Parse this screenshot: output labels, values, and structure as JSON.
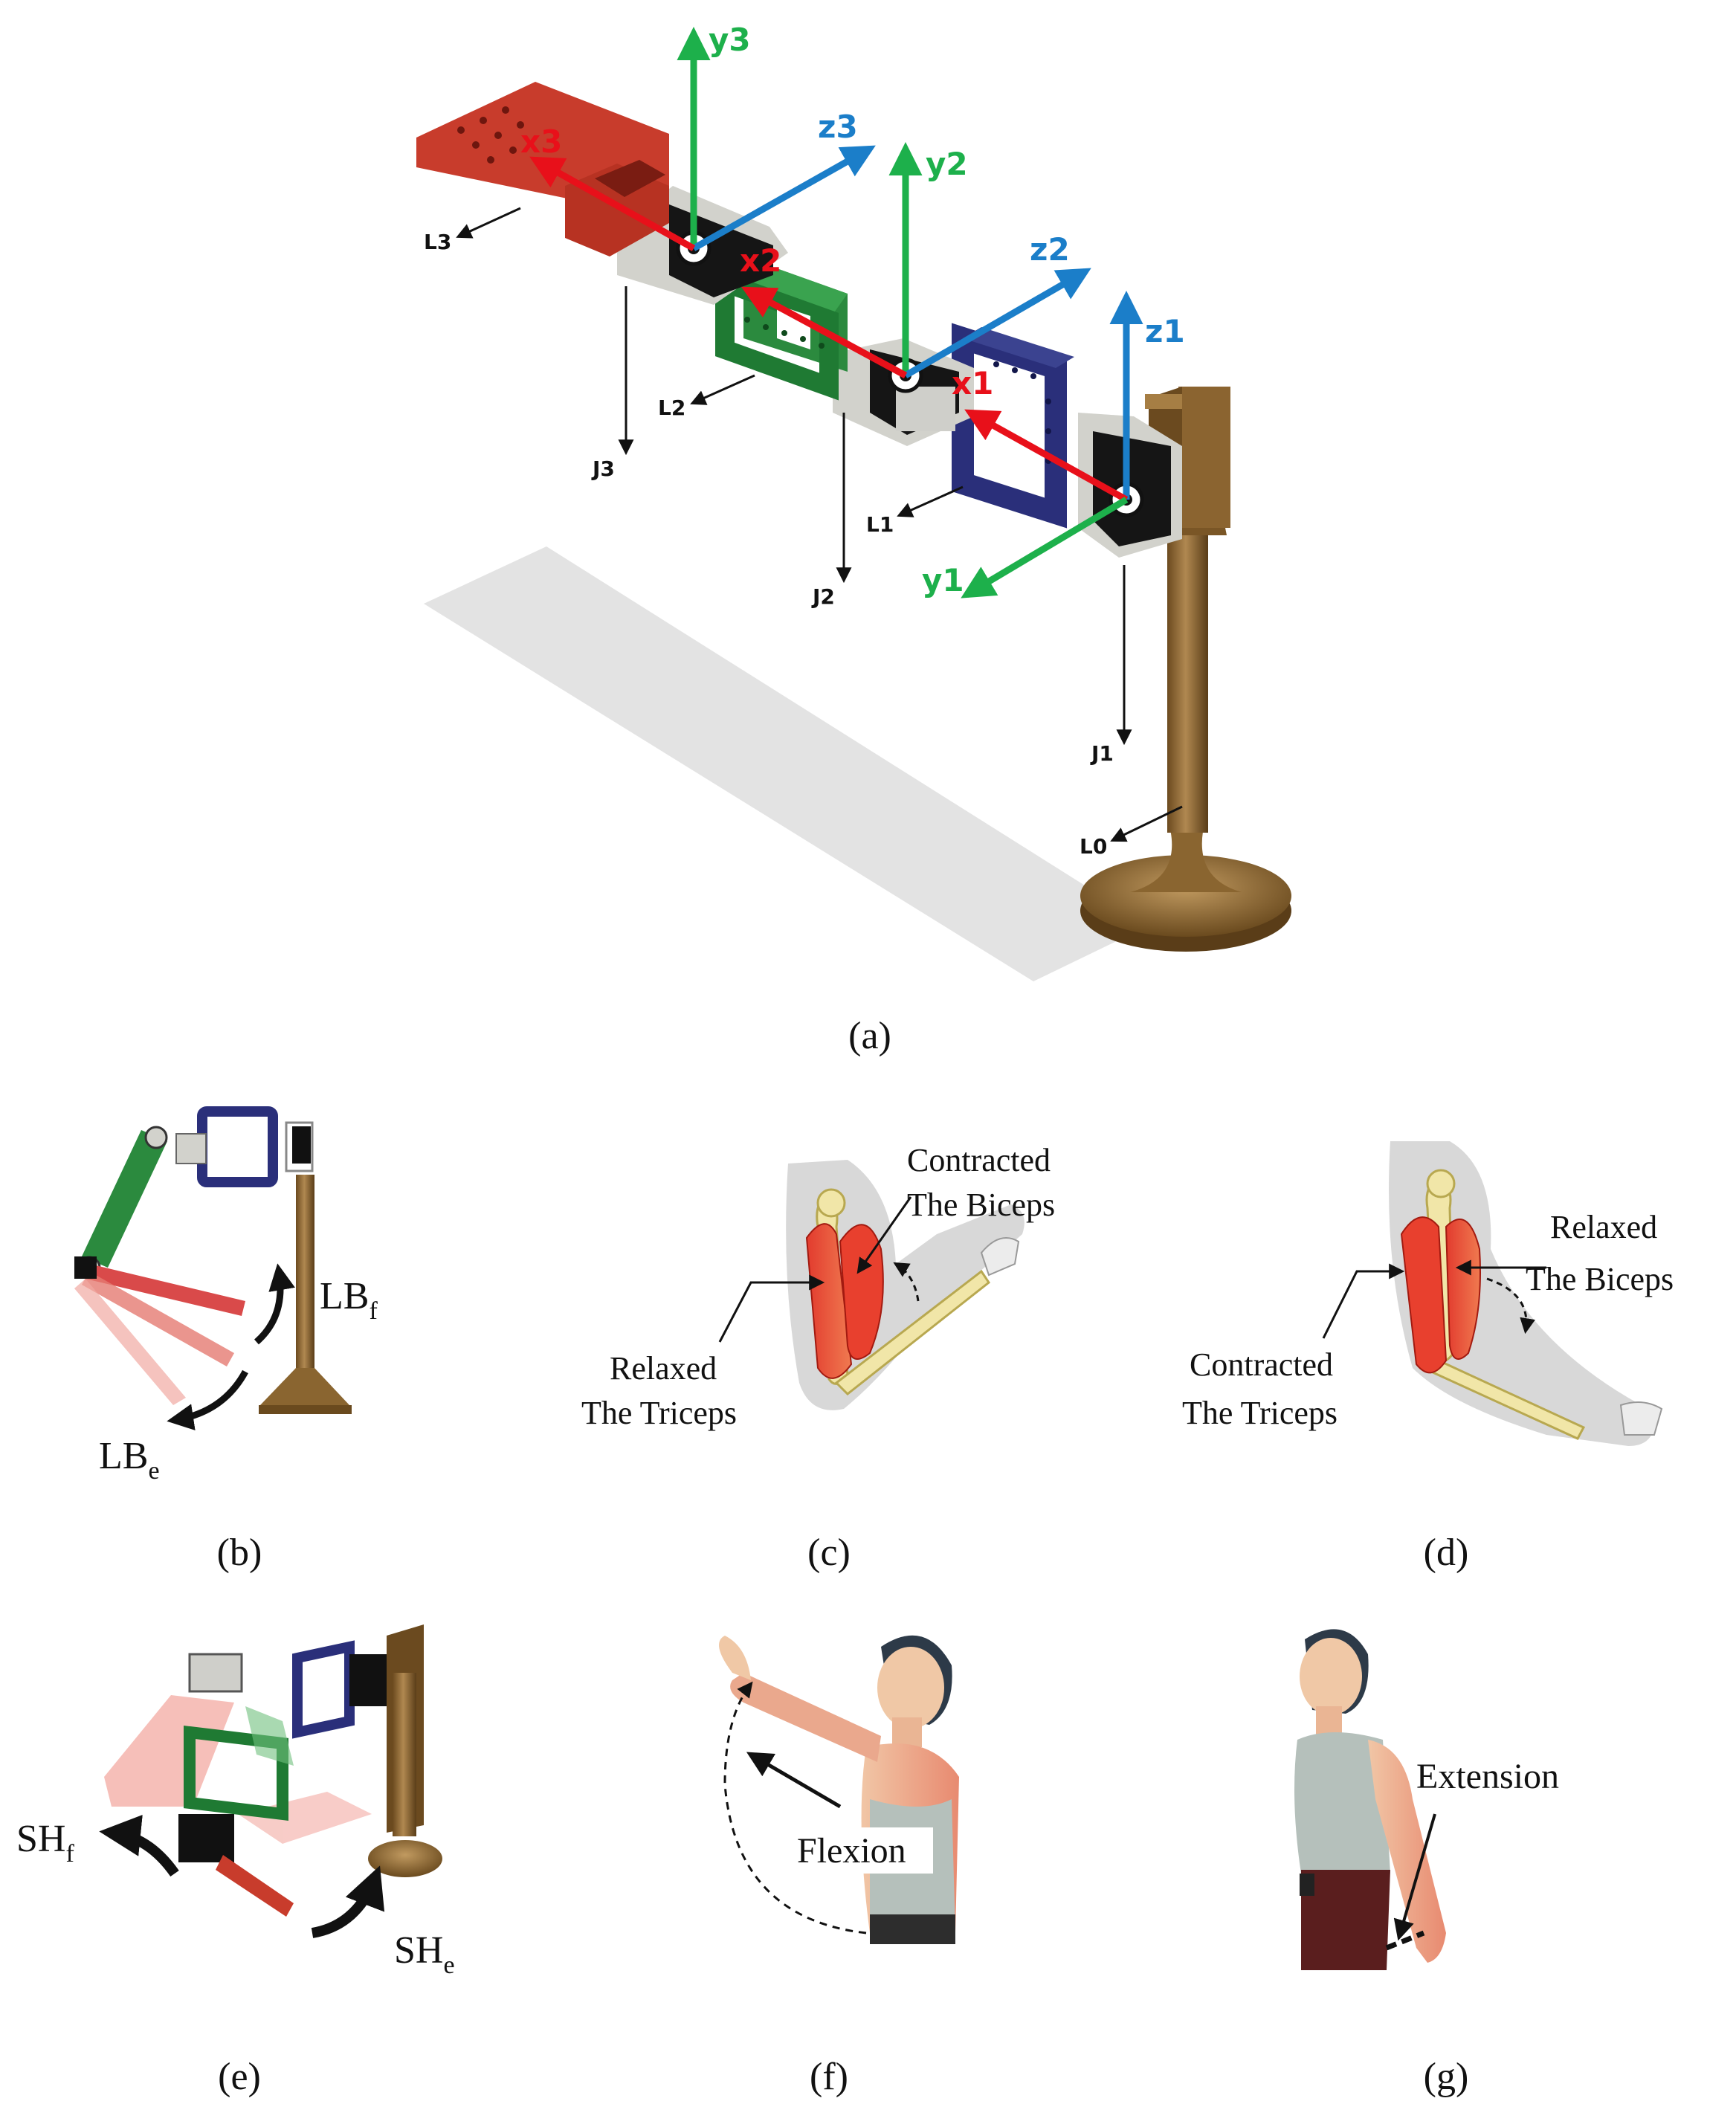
{
  "panel_a": {
    "caption": "(a)",
    "axes": {
      "y3": "y3",
      "z3": "z3",
      "x3": "x3",
      "y2": "y2",
      "z2": "z2",
      "x2": "x2",
      "z1": "z1",
      "x1": "x1",
      "y1": "y1"
    },
    "callouts": {
      "L3": "L3",
      "L2": "L2",
      "L1": "L1",
      "L0": "L0",
      "J3": "J3",
      "J2": "J2",
      "J1": "J1"
    },
    "colors": {
      "x": "#e8101a",
      "y": "#1db04b",
      "z": "#1b7ec9"
    }
  },
  "panel_b": {
    "caption": "(b)",
    "flex_label": "LB",
    "flex_sub": "f",
    "ext_label": "LB",
    "ext_sub": "e"
  },
  "panel_c": {
    "caption": "(c)",
    "contracted": [
      "Contracted",
      "The Biceps"
    ],
    "relaxed": [
      "Relaxed",
      "The Triceps"
    ]
  },
  "panel_d": {
    "caption": "(d)",
    "relaxed": [
      "Relaxed",
      "The Biceps"
    ],
    "contracted": [
      "Contracted",
      "The Triceps"
    ]
  },
  "panel_e": {
    "caption": "(e)",
    "flex_label": "SH",
    "flex_sub": "f",
    "ext_label": "SH",
    "ext_sub": "e"
  },
  "panel_f": {
    "caption": "(f)",
    "label": "Flexion"
  },
  "panel_g": {
    "caption": "(g)",
    "label": "Extension"
  }
}
